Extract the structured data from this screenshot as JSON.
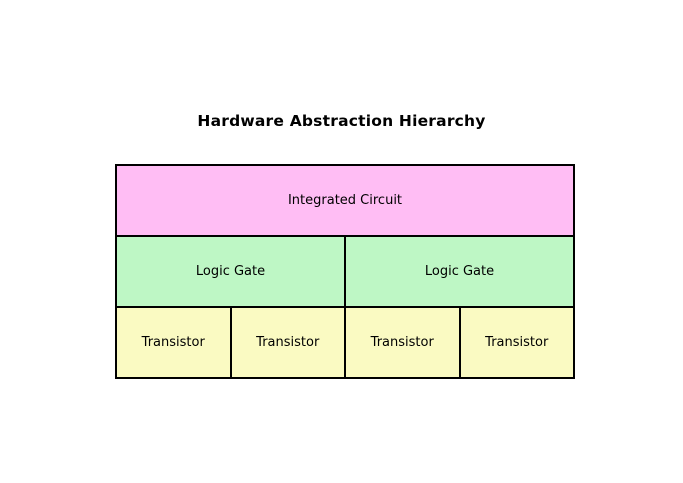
{
  "title": "Hardware Abstraction Hierarchy",
  "colors": {
    "background": "#ffffff",
    "border": "#000000",
    "ic": "#ffbdf4",
    "gate": "#bef7c5",
    "transistor": "#fafac2"
  },
  "hierarchy": {
    "levels": [
      {
        "name": "integrated-circuit",
        "cells": [
          "Integrated Circuit"
        ]
      },
      {
        "name": "logic-gate",
        "cells": [
          "Logic Gate",
          "Logic Gate"
        ]
      },
      {
        "name": "transistor",
        "cells": [
          "Transistor",
          "Transistor",
          "Transistor",
          "Transistor"
        ]
      }
    ]
  }
}
